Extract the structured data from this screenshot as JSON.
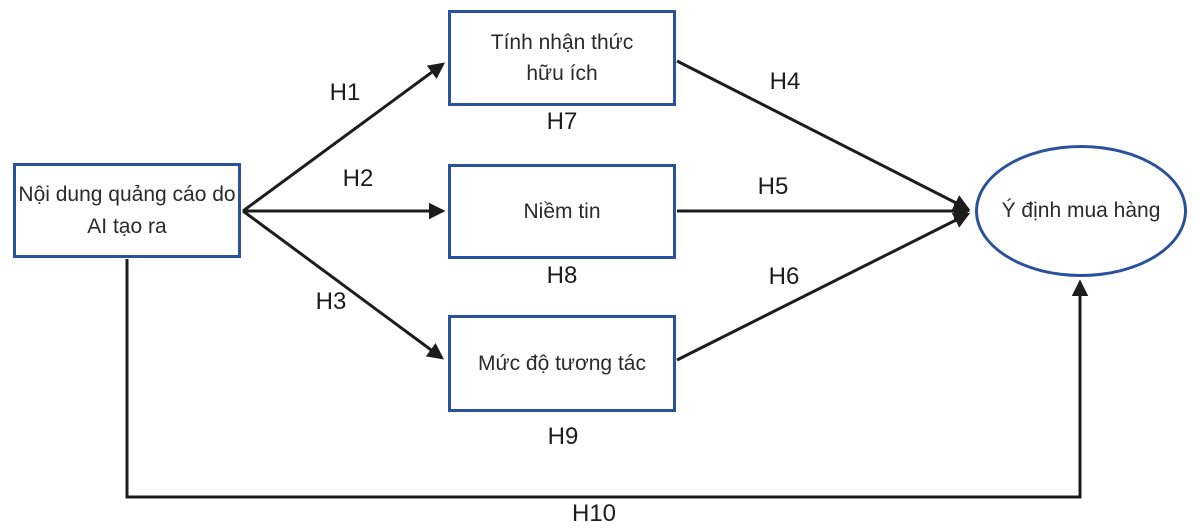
{
  "colors": {
    "node_border": "#2a529c",
    "arrow": "#1c1c1c",
    "node_text": "#2a2a2a",
    "label_text": "#1c1c1c",
    "background": "#ffffff"
  },
  "nodes": {
    "source": {
      "label": "Nội dung quảng cáo do\nAI tạo ra"
    },
    "perceived_usefulness": {
      "label": "Tính nhận thức\nhữu ích"
    },
    "trust": {
      "label": "Niềm tin"
    },
    "interaction_level": {
      "label": "Mức độ tương tác"
    },
    "purchase_intention": {
      "label": "Ý định mua hàng"
    }
  },
  "hypothesis_labels": {
    "h1": "H1",
    "h2": "H2",
    "h3": "H3",
    "h4": "H4",
    "h5": "H5",
    "h6": "H6",
    "h7": "H7",
    "h8": "H8",
    "h9": "H9",
    "h10": "H10"
  },
  "edges": [
    {
      "label": "H1",
      "from": "source",
      "to": "perceived_usefulness"
    },
    {
      "label": "H2",
      "from": "source",
      "to": "trust"
    },
    {
      "label": "H3",
      "from": "source",
      "to": "interaction_level"
    },
    {
      "label": "H4",
      "from": "perceived_usefulness",
      "to": "purchase_intention"
    },
    {
      "label": "H5",
      "from": "trust",
      "to": "purchase_intention"
    },
    {
      "label": "H6",
      "from": "interaction_level",
      "to": "purchase_intention"
    },
    {
      "label": "H10",
      "from": "source",
      "to": "purchase_intention"
    }
  ]
}
